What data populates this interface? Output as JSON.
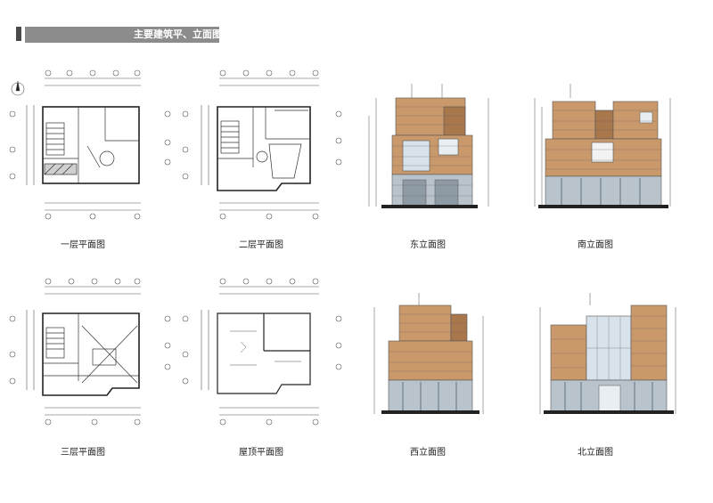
{
  "header": {
    "title": "主要建筑平、立面图"
  },
  "captions": {
    "plan_1f": "一层平面图",
    "plan_2f": "二层平面图",
    "elev_east": "东立面图",
    "elev_south": "南立面图",
    "plan_3f": "三层平面图",
    "plan_roof": "屋顶平面图",
    "elev_west": "西立面图",
    "elev_north": "北立面图"
  },
  "colors": {
    "brick": "#c9996b",
    "brick_dark": "#a8774c",
    "stone": "#b9c3cc",
    "stone_dark": "#8e9aa4",
    "glass": "#d7e2ea",
    "line": "#333333",
    "grid_circle": "#555555"
  }
}
